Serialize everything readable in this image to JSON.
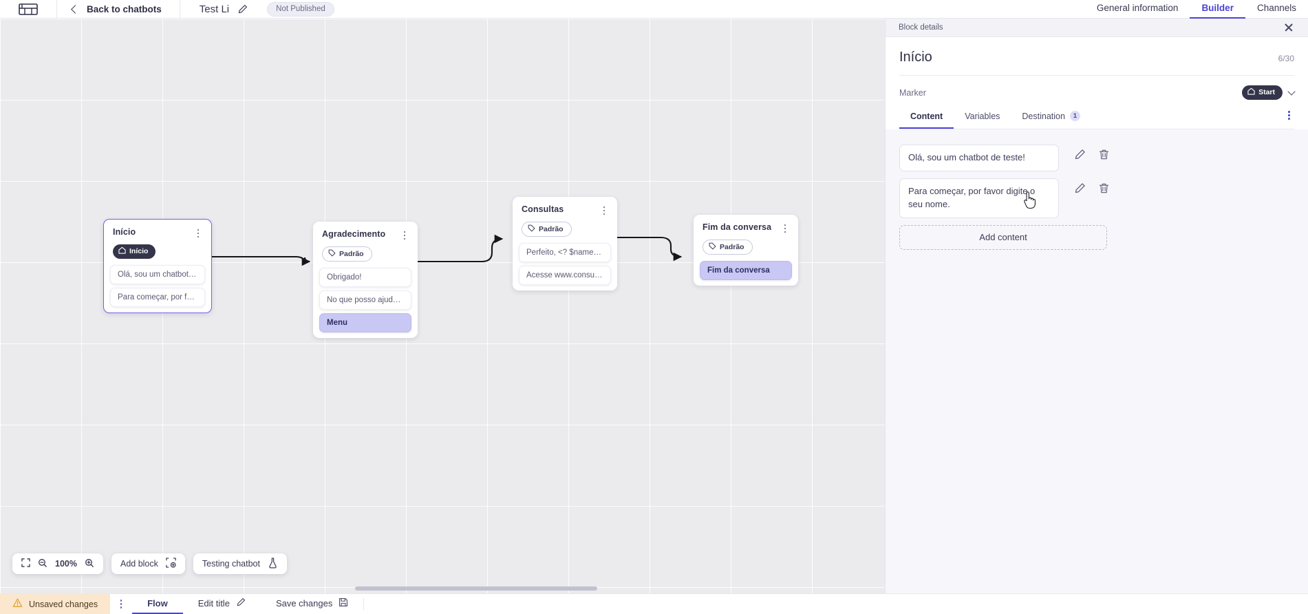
{
  "topbar": {
    "logo_icon": "app-logo-icon",
    "back_label": "Back to chatbots",
    "back_icon": "chevron-left-icon",
    "bot_title": "Test Li",
    "edit_icon": "pencil-icon",
    "publish_badge": "Not Published",
    "tabs": [
      {
        "label": "General information",
        "active": false
      },
      {
        "label": "Builder",
        "active": true
      },
      {
        "label": "Channels",
        "active": false
      }
    ]
  },
  "canvas": {
    "nodes": [
      {
        "title": "Início",
        "marker_label": "Início",
        "marker_kind": "start",
        "marker_icon": "home-icon",
        "selected": true,
        "messages": [
          {
            "text": "Olá, sou um chatbot de teste!",
            "accent": false
          },
          {
            "text": "Para começar, por favor digite o ...",
            "accent": false
          }
        ]
      },
      {
        "title": "Agradecimento",
        "marker_label": "Padrão",
        "marker_kind": "default",
        "marker_icon": "tag-icon",
        "selected": false,
        "messages": [
          {
            "text": "Obrigado!",
            "accent": false
          },
          {
            "text": "No que posso ajudar, <? $name ...",
            "accent": false
          },
          {
            "text": "Menu",
            "accent": true
          }
        ]
      },
      {
        "title": "Consultas",
        "marker_label": "Padrão",
        "marker_kind": "default",
        "marker_icon": "tag-icon",
        "selected": false,
        "messages": [
          {
            "text": "Perfeito, <? $name ?>!",
            "accent": false
          },
          {
            "text": "Acesse www.consultas.com par...",
            "accent": false
          }
        ]
      },
      {
        "title": "Fim da conversa",
        "marker_label": "Padrão",
        "marker_kind": "default",
        "marker_icon": "tag-icon",
        "selected": false,
        "messages": [
          {
            "text": "Fim da conversa",
            "accent": true
          }
        ]
      }
    ],
    "toolbar": {
      "fit_icon": "fit-screen-icon",
      "zoom_out_icon": "zoom-out-icon",
      "zoom_level": "100%",
      "zoom_in_icon": "zoom-in-icon",
      "add_block_label": "Add block",
      "add_block_icon": "add-block-icon",
      "testing_label": "Testing chatbot",
      "testing_icon": "flask-icon"
    }
  },
  "bottombar": {
    "unsaved_label": "Unsaved changes",
    "warning_icon": "warning-triangle-icon",
    "kebab_icon": "kebab-menu-icon",
    "flow_label": "Flow",
    "edit_title_label": "Edit title",
    "edit_title_icon": "pencil-icon",
    "save_label": "Save changes",
    "save_icon": "save-disk-icon"
  },
  "panel": {
    "header_label": "Block details",
    "close_icon": "close-icon",
    "title": "Início",
    "counter": "6/30",
    "marker_label": "Marker",
    "marker_value": "Start",
    "marker_icon": "home-icon",
    "marker_chevron_icon": "chevron-down-icon",
    "tabs": [
      {
        "label": "Content",
        "active": true,
        "badge": ""
      },
      {
        "label": "Variables",
        "active": false,
        "badge": ""
      },
      {
        "label": "Destination",
        "active": false,
        "badge": "1"
      }
    ],
    "tabs_kebab_icon": "kebab-menu-icon",
    "contents": [
      {
        "text": "Olá, sou um chatbot de teste!",
        "edit_icon": "pencil-icon",
        "delete_icon": "trash-icon"
      },
      {
        "text": "Para começar, por favor digite o seu nome.",
        "edit_icon": "pencil-icon",
        "delete_icon": "trash-icon"
      }
    ],
    "add_content_label": "Add content"
  },
  "colors": {
    "accent": "#4a42d6",
    "node_accent_bg": "#c9c7f3",
    "canvas_bg": "#ebebee",
    "warning_bg": "#fbe7cd"
  }
}
